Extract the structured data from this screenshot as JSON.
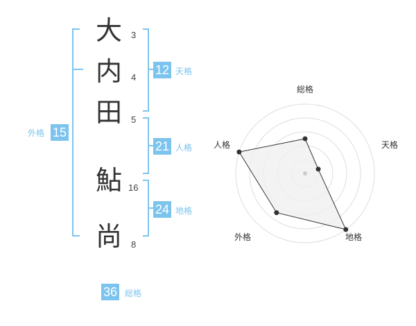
{
  "name": {
    "characters": [
      {
        "char": "大",
        "strokes": "3"
      },
      {
        "char": "内",
        "strokes": "4"
      },
      {
        "char": "田",
        "strokes": "5"
      },
      {
        "char": "鮎",
        "strokes": "16"
      },
      {
        "char": "尚",
        "strokes": "8"
      }
    ]
  },
  "grid": {
    "tenkaku": {
      "value": "12",
      "label": "天格"
    },
    "jinkaku": {
      "value": "21",
      "label": "人格"
    },
    "chikaku": {
      "value": "24",
      "label": "地格"
    },
    "gaikaku": {
      "value": "15",
      "label": "外格"
    },
    "soukaku": {
      "value": "36",
      "label": "総格"
    }
  },
  "colors": {
    "accent": "#7cc4ee",
    "text": "#333333",
    "ring": "#dddddd",
    "fill": "#f0f0f0"
  },
  "chart_data": {
    "type": "radar",
    "axes": [
      "総格",
      "天格",
      "地格",
      "外格",
      "人格"
    ],
    "max": 5,
    "values": [
      2.5,
      1,
      5,
      3.5,
      5
    ],
    "rings": 5,
    "grid": true
  }
}
